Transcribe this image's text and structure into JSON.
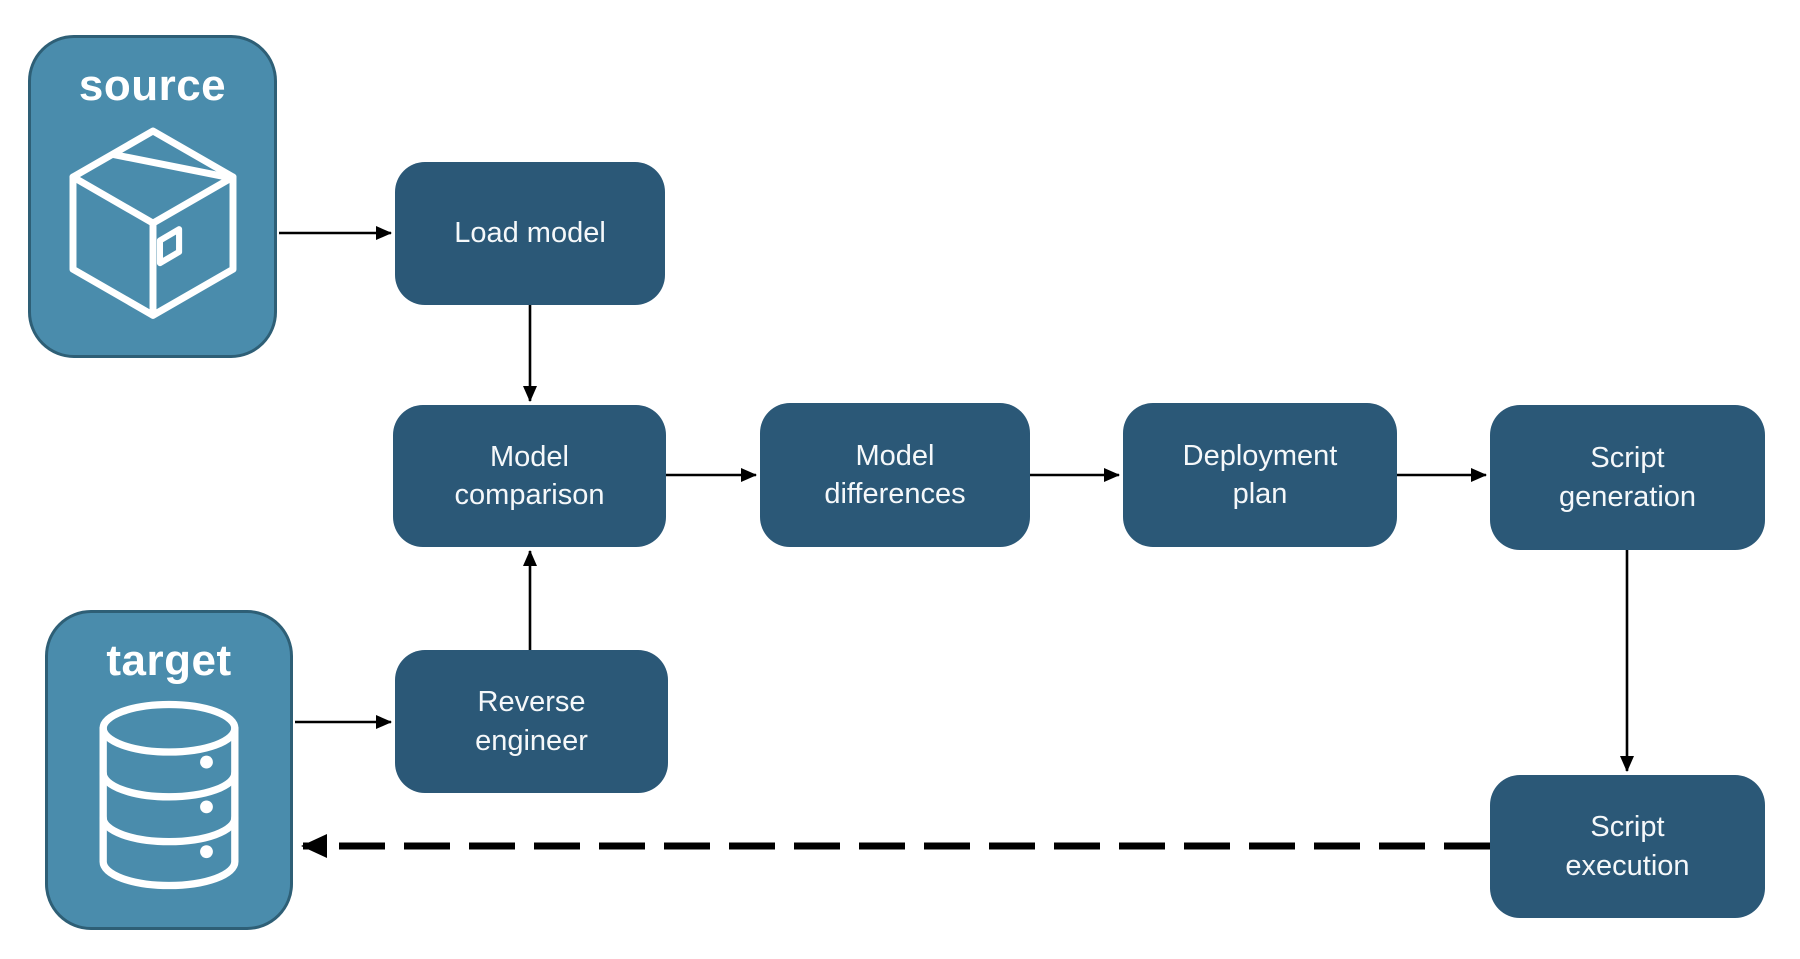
{
  "diagram": {
    "type": "flowchart",
    "background": "#ffffff",
    "colors": {
      "container_fill": "#4a8cac",
      "container_border": "#2e5f76",
      "process_fill": "#2b5877",
      "label_text": "#ffffff",
      "arrow": "#000000"
    },
    "nodes": {
      "source": {
        "label": "source",
        "icon": "package-icon",
        "kind": "container"
      },
      "target": {
        "label": "target",
        "icon": "database-icon",
        "kind": "container"
      },
      "load_model": {
        "label": "Load model",
        "kind": "process"
      },
      "model_comparison": {
        "label": "Model comparison",
        "kind": "process"
      },
      "model_differences": {
        "label": "Model differences",
        "kind": "process"
      },
      "deployment_plan": {
        "label": "Deployment plan",
        "kind": "process"
      },
      "script_generation": {
        "label": "Script generation",
        "kind": "process"
      },
      "reverse_engineer": {
        "label": "Reverse engineer",
        "kind": "process"
      },
      "script_execution": {
        "label": "Script execution",
        "kind": "process"
      }
    },
    "edges": [
      {
        "from": "source",
        "to": "load_model",
        "style": "solid"
      },
      {
        "from": "load_model",
        "to": "model_comparison",
        "style": "solid"
      },
      {
        "from": "model_comparison",
        "to": "model_differences",
        "style": "solid"
      },
      {
        "from": "model_differences",
        "to": "deployment_plan",
        "style": "solid"
      },
      {
        "from": "deployment_plan",
        "to": "script_generation",
        "style": "solid"
      },
      {
        "from": "script_generation",
        "to": "script_execution",
        "style": "solid"
      },
      {
        "from": "target",
        "to": "reverse_engineer",
        "style": "solid"
      },
      {
        "from": "reverse_engineer",
        "to": "model_comparison",
        "style": "solid"
      },
      {
        "from": "script_execution",
        "to": "target",
        "style": "dashed"
      }
    ]
  }
}
